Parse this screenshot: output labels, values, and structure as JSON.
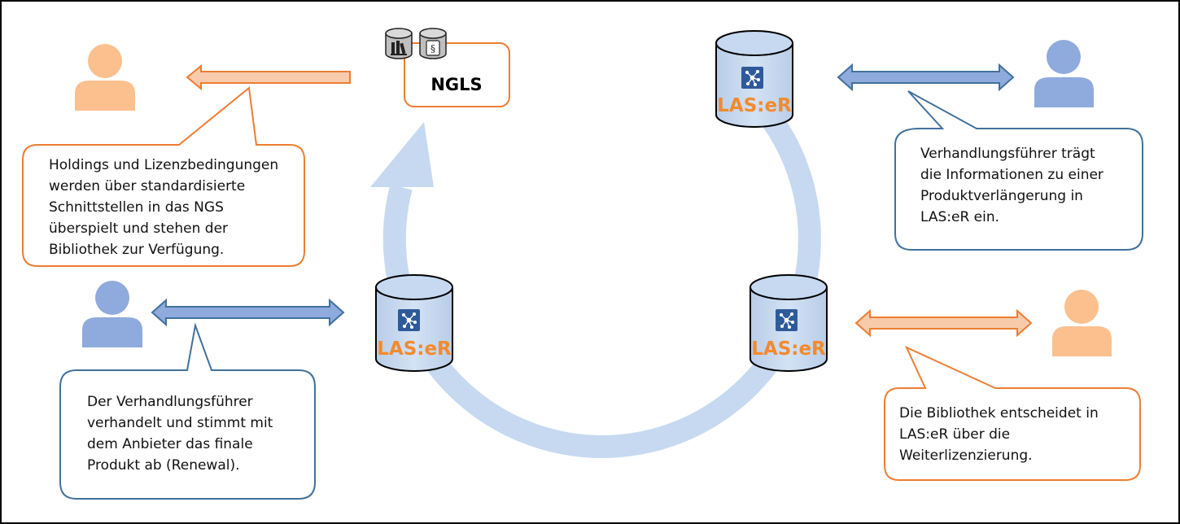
{
  "colors": {
    "orange": "#ED7D31",
    "orange_fill": "#F8CBAD",
    "person_orange": "#FBC08E",
    "blue": "#41719C",
    "blue_fill": "#8FAADC",
    "person_blue": "#8FAADC",
    "cylinder_fill": "#C6D9F1",
    "cycle": "#C6D9F1",
    "db_text": "#F28A2E",
    "logo": "#2E5A9A"
  },
  "icons": {
    "person": "person-icon",
    "database": "cylinder-database-icon",
    "network_logo": "network-node-icon",
    "books": "books-icon",
    "scroll": "paragraph-scroll-icon"
  },
  "ngls": {
    "label": "NGLS"
  },
  "databases": [
    {
      "id": "top-right",
      "label": "LAS:eR"
    },
    {
      "id": "left",
      "label": "LAS:eR"
    },
    {
      "id": "bottom-right",
      "label": "LAS:eR"
    }
  ],
  "bubbles": {
    "ngls_info": {
      "lines": [
        "Holdings und Lizenzbedingungen",
        "werden über standardisierte",
        "Schnittstellen in das NGS",
        "überspielt und stehen der",
        "Bibliothek zur Verfügung."
      ]
    },
    "negotiator_enter": {
      "lines": [
        "Verhandlungsführer trägt",
        "die Informationen zu einer",
        "Produktverlängerung in",
        "LAS:eR ein."
      ]
    },
    "negotiator_renewal": {
      "lines": [
        "Der Verhandlungsführer",
        "verhandelt und stimmt mit",
        "dem Anbieter das finale",
        "Produkt ab (Renewal)."
      ]
    },
    "library_decides": {
      "lines": [
        "Die Bibliothek entscheidet in",
        "LAS:eR über die",
        "Weiterlizenzierung."
      ]
    }
  }
}
